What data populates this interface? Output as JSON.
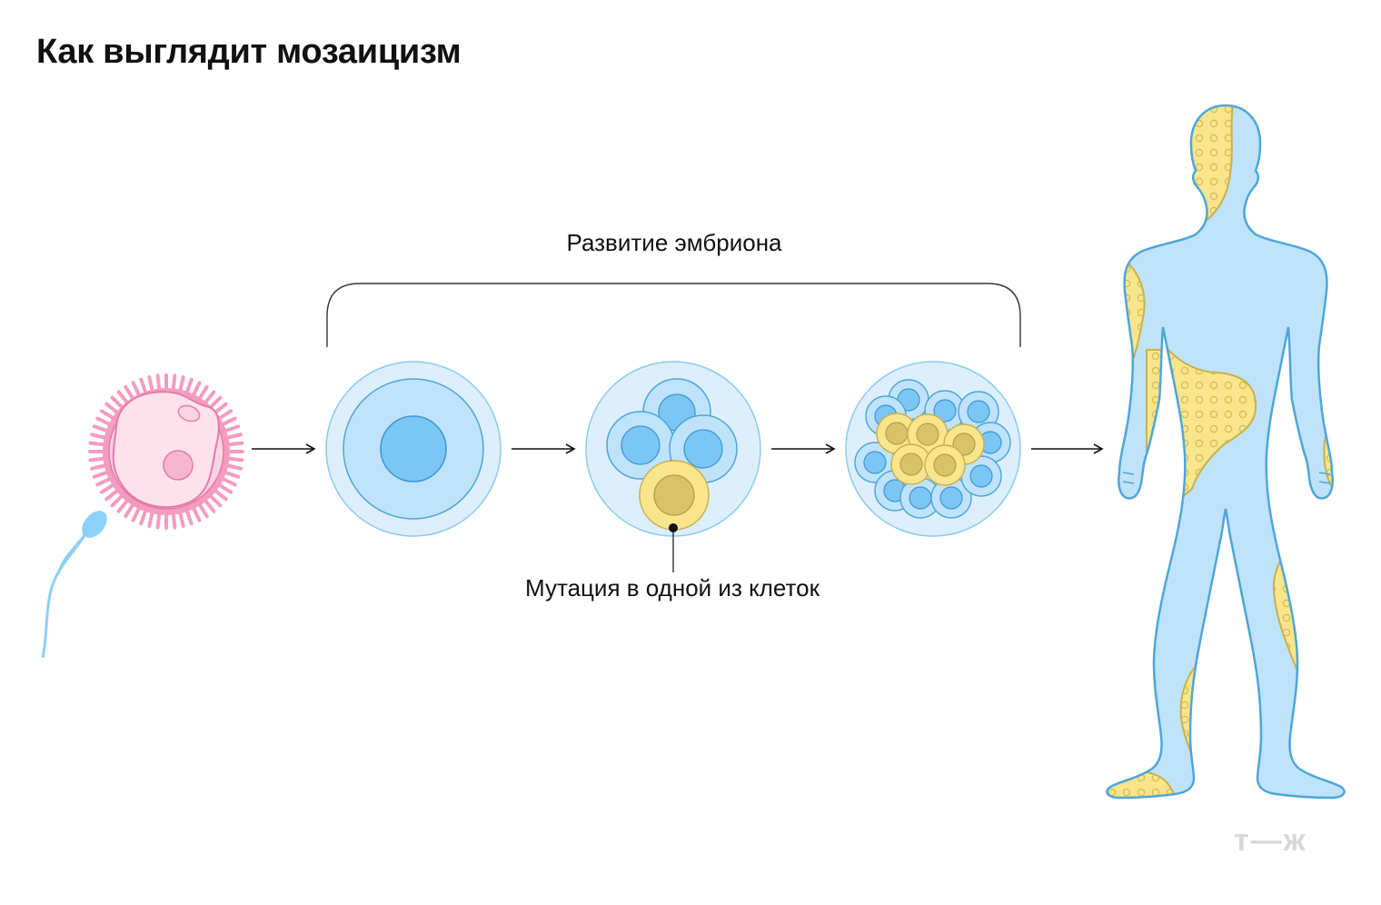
{
  "title": "Как выглядит мозаицизм",
  "labels": {
    "development": "Развитие эмбриона",
    "mutation": "Мутация в одной из клеток"
  },
  "brand": "т—ж",
  "colors": {
    "healthy_cell_fill": "#bfe3fa",
    "healthy_nucleus": "#7cc6f6",
    "cell_stroke": "#4ea6da",
    "mutant_cell_fill": "#f8e58c",
    "mutant_nucleus": "#d8c26a",
    "mutant_stroke": "#c8b14e",
    "egg_pink": "#f49cbf",
    "egg_inner": "#fde2ec",
    "sperm_blue": "#8dd0fb",
    "body_fill": "#bfe3fa",
    "body_stroke": "#4ea6da"
  },
  "icons": [
    "egg-cell-icon",
    "sperm-icon",
    "zygote-icon",
    "four-cell-embryo-icon",
    "morula-icon",
    "human-body-icon",
    "arrow-right-icon",
    "bracket-icon"
  ]
}
